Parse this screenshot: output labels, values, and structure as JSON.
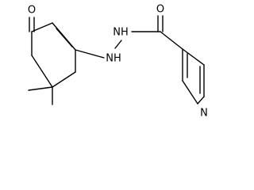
{
  "structure": {
    "atom_labels": {
      "ketone_oxygen": "O",
      "amide_oxygen": "O",
      "hydrazide_nh_top": "NH",
      "hydrazide_nh_bottom": "NH",
      "pyridine_nitrogen": "N"
    }
  }
}
